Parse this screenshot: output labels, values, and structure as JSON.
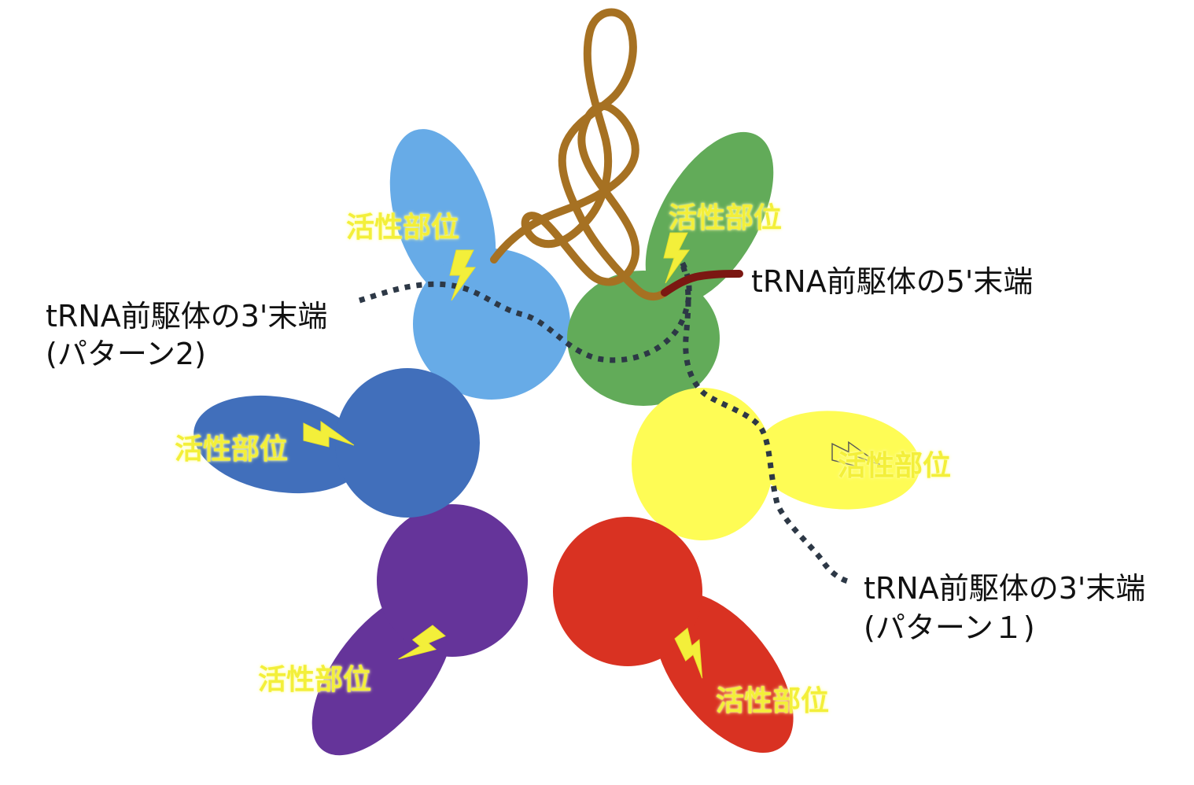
{
  "colors": {
    "subunits": [
      "#67abe7",
      "#62ab59",
      "#fefc55",
      "#d93222",
      "#65349a",
      "#416fbb"
    ],
    "substrate": "#a67122",
    "rna_5prime": "#7b1712",
    "dotted_path": "#2d3846",
    "site_text": "#f3ef3a"
  },
  "icons": {
    "active_site_marker": "lightning-bolt-icon"
  },
  "labels": {
    "five_prime_end": "tRNA前駆体の5'末端",
    "three_prime_p2_line1": "tRNA前駆体の3'末端",
    "three_prime_p2_line2": "(パターン2)",
    "three_prime_p1_line1": "tRNA前駆体の3'末端",
    "three_prime_p1_line2": "(パターン１)"
  },
  "active_site_label": "活性部位",
  "active_sites": [
    {
      "subunit": "light-blue",
      "text": "活性部位"
    },
    {
      "subunit": "green",
      "text": "活性部位"
    },
    {
      "subunit": "yellow",
      "text": "活性部位"
    },
    {
      "subunit": "dark-blue",
      "text": "活性部位"
    },
    {
      "subunit": "purple",
      "text": "活性部位"
    },
    {
      "subunit": "red",
      "text": "活性部位"
    }
  ]
}
